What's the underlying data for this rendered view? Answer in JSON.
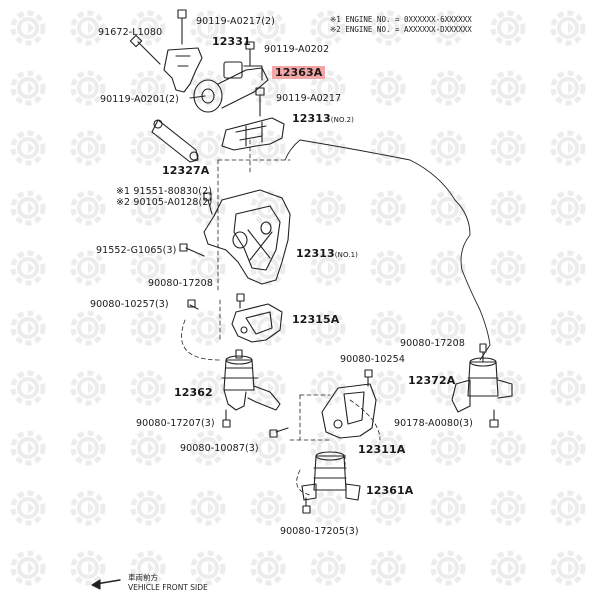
{
  "legend": {
    "note1": "※1 ENGINE NO. = 0XXXXXX-6XXXXXX",
    "note2": "※2 ENGINE NO. = AXXXXXX-DXXXXXX"
  },
  "labels": {
    "p91672": "91672-L1080",
    "p90119_a0217_2": "90119-A0217(2)",
    "p12331": "12331",
    "p90119_a0202": "90119-A0202",
    "p12363a": "12363A",
    "p90119_a0201_2": "90119-A0201(2)",
    "p90119_a0217": "90119-A0217",
    "p12313_no2": "12313",
    "p12313_no2_sub": "(NO.2)",
    "p12327a": "12327A",
    "p91551": "※1 91551-80830(2)",
    "p90105": "※2 90105-A0128(2)",
    "p91552": "91552-G1065(3)",
    "p12313_no1": "12313",
    "p12313_no1_sub": "(NO.1)",
    "p90080_17208_a": "90080-17208",
    "p90080_10257": "90080-10257(3)",
    "p12315a": "12315A",
    "p90080_17208_b": "90080-17208",
    "p90080_10254": "90080-10254",
    "p12362": "12362",
    "p12372a": "12372A",
    "p90080_17207": "90080-17207(3)",
    "p90178": "90178-A0080(3)",
    "p90080_10087": "90080-10087(3)",
    "p12311a": "12311A",
    "p12361a": "12361A",
    "p90080_17205": "90080-17205(3)"
  },
  "footer": {
    "jp": "車両前方",
    "en": "VEHICLE FRONT SIDE"
  },
  "colors": {
    "highlight": "#f4a6a6",
    "line": "#222222",
    "watermark": "#ececec"
  }
}
